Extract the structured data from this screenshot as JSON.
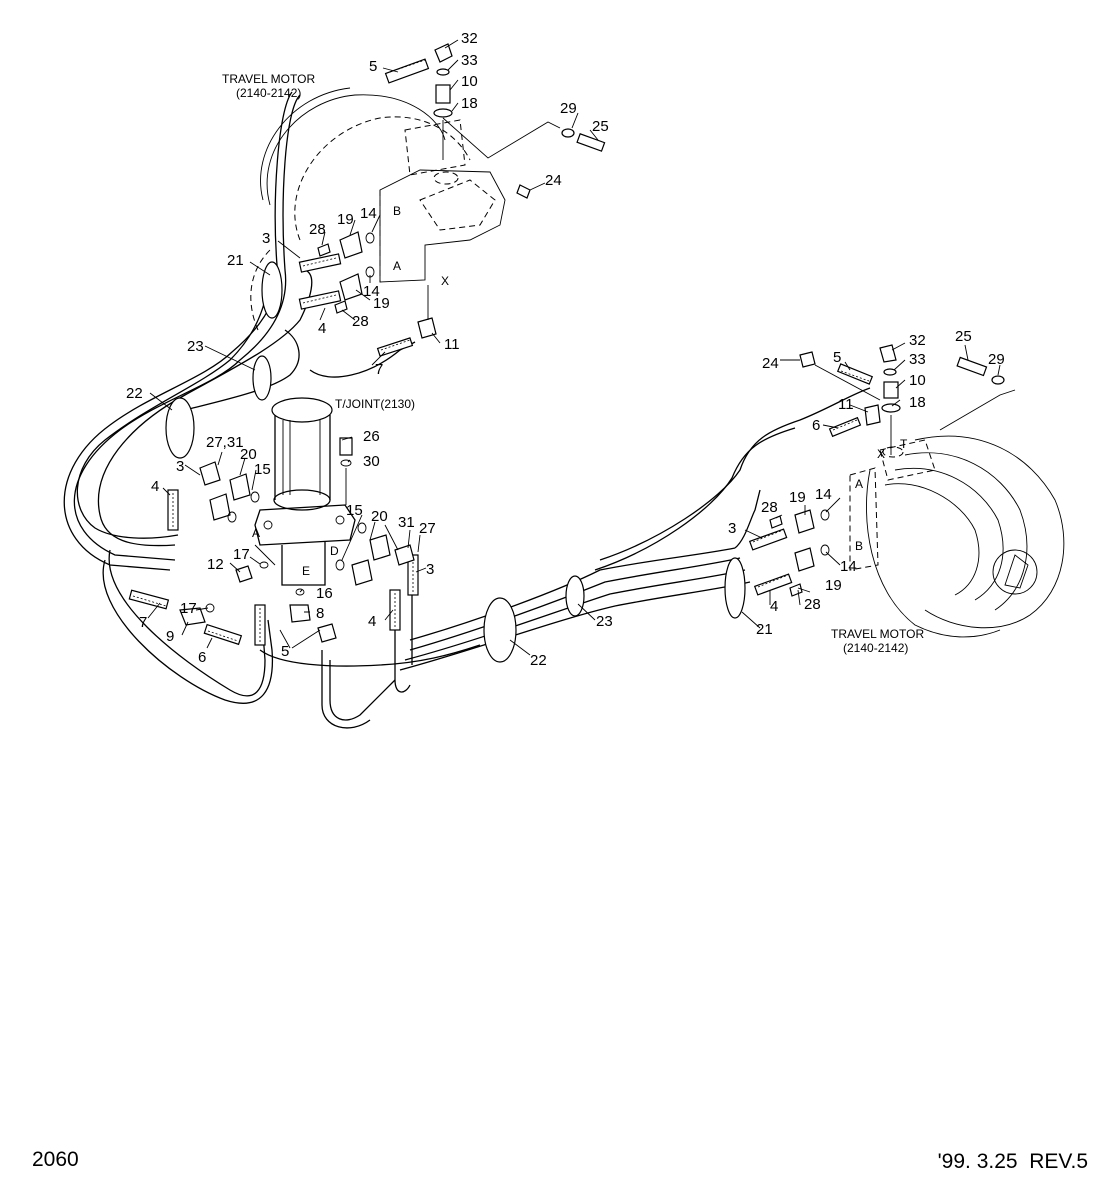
{
  "labels": {
    "travel_motor_left": "TRAVEL MOTOR",
    "travel_motor_left_ref": "(2140-2142)",
    "travel_motor_right": "TRAVEL MOTOR",
    "travel_motor_right_ref": "(2140-2142)",
    "turning_joint": "T/JOINT(2130)"
  },
  "callouts": [
    "32",
    "5",
    "33",
    "10",
    "18",
    "29",
    "25",
    "24",
    "14",
    "19",
    "28",
    "3",
    "21",
    "14",
    "19",
    "4",
    "28",
    "11",
    "23",
    "7",
    "22",
    "26",
    "30",
    "27,31",
    "20",
    "15",
    "3",
    "4",
    "12",
    "17",
    "7",
    "9",
    "6",
    "17",
    "16",
    "8",
    "5",
    "15",
    "20",
    "31",
    "27",
    "3",
    "4",
    "22",
    "23",
    "21",
    "4",
    "19",
    "28",
    "14",
    "14",
    "19",
    "3",
    "28",
    "6",
    "11",
    "5",
    "24",
    "32",
    "33",
    "10",
    "18",
    "25",
    "29"
  ],
  "footer": {
    "page_code": "2060",
    "revision": "'99. 3.25  REV.5"
  }
}
